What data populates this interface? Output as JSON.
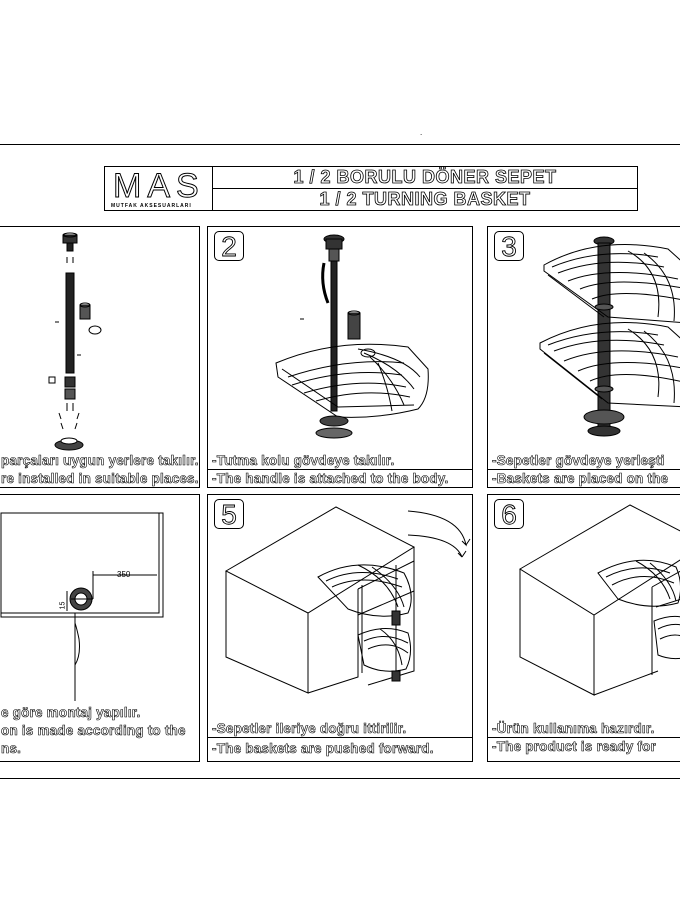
{
  "header": {
    "brand": "MAS",
    "brand_subtitle": "MUTFAK AKSESUARLARI",
    "title_tr": "1 / 2  BORULU DÖNER SEPET",
    "title_en": "1 / 2 TURNING BASKET"
  },
  "top_mark": ".",
  "panels": [
    {
      "number": "",
      "caption_tr": "parçaları uygun yerlere takılır.",
      "caption_en": "re installed in suitable places."
    },
    {
      "number": "2",
      "caption_tr": "-Tutma kolu gövdeye takılır.",
      "caption_en": "-The handle is attached to the body."
    },
    {
      "number": "3",
      "caption_tr": "-Sepetler gövdeye yerleşti",
      "caption_en": "-Baskets are placed on the"
    },
    {
      "number": "",
      "caption_tr": "e göre montaj yapılır.",
      "caption_en": "on is made according to the",
      "caption_en2": "ns.",
      "dim_350": "350",
      "dim_15": "15"
    },
    {
      "number": "5",
      "caption_tr": "-Sepetler ileriye doğru ittirilir.",
      "caption_en": "-The baskets are pushed forward."
    },
    {
      "number": "6",
      "caption_tr": "-Ürün kullanıma hazırdır.",
      "caption_en": "-The product is ready for"
    }
  ]
}
